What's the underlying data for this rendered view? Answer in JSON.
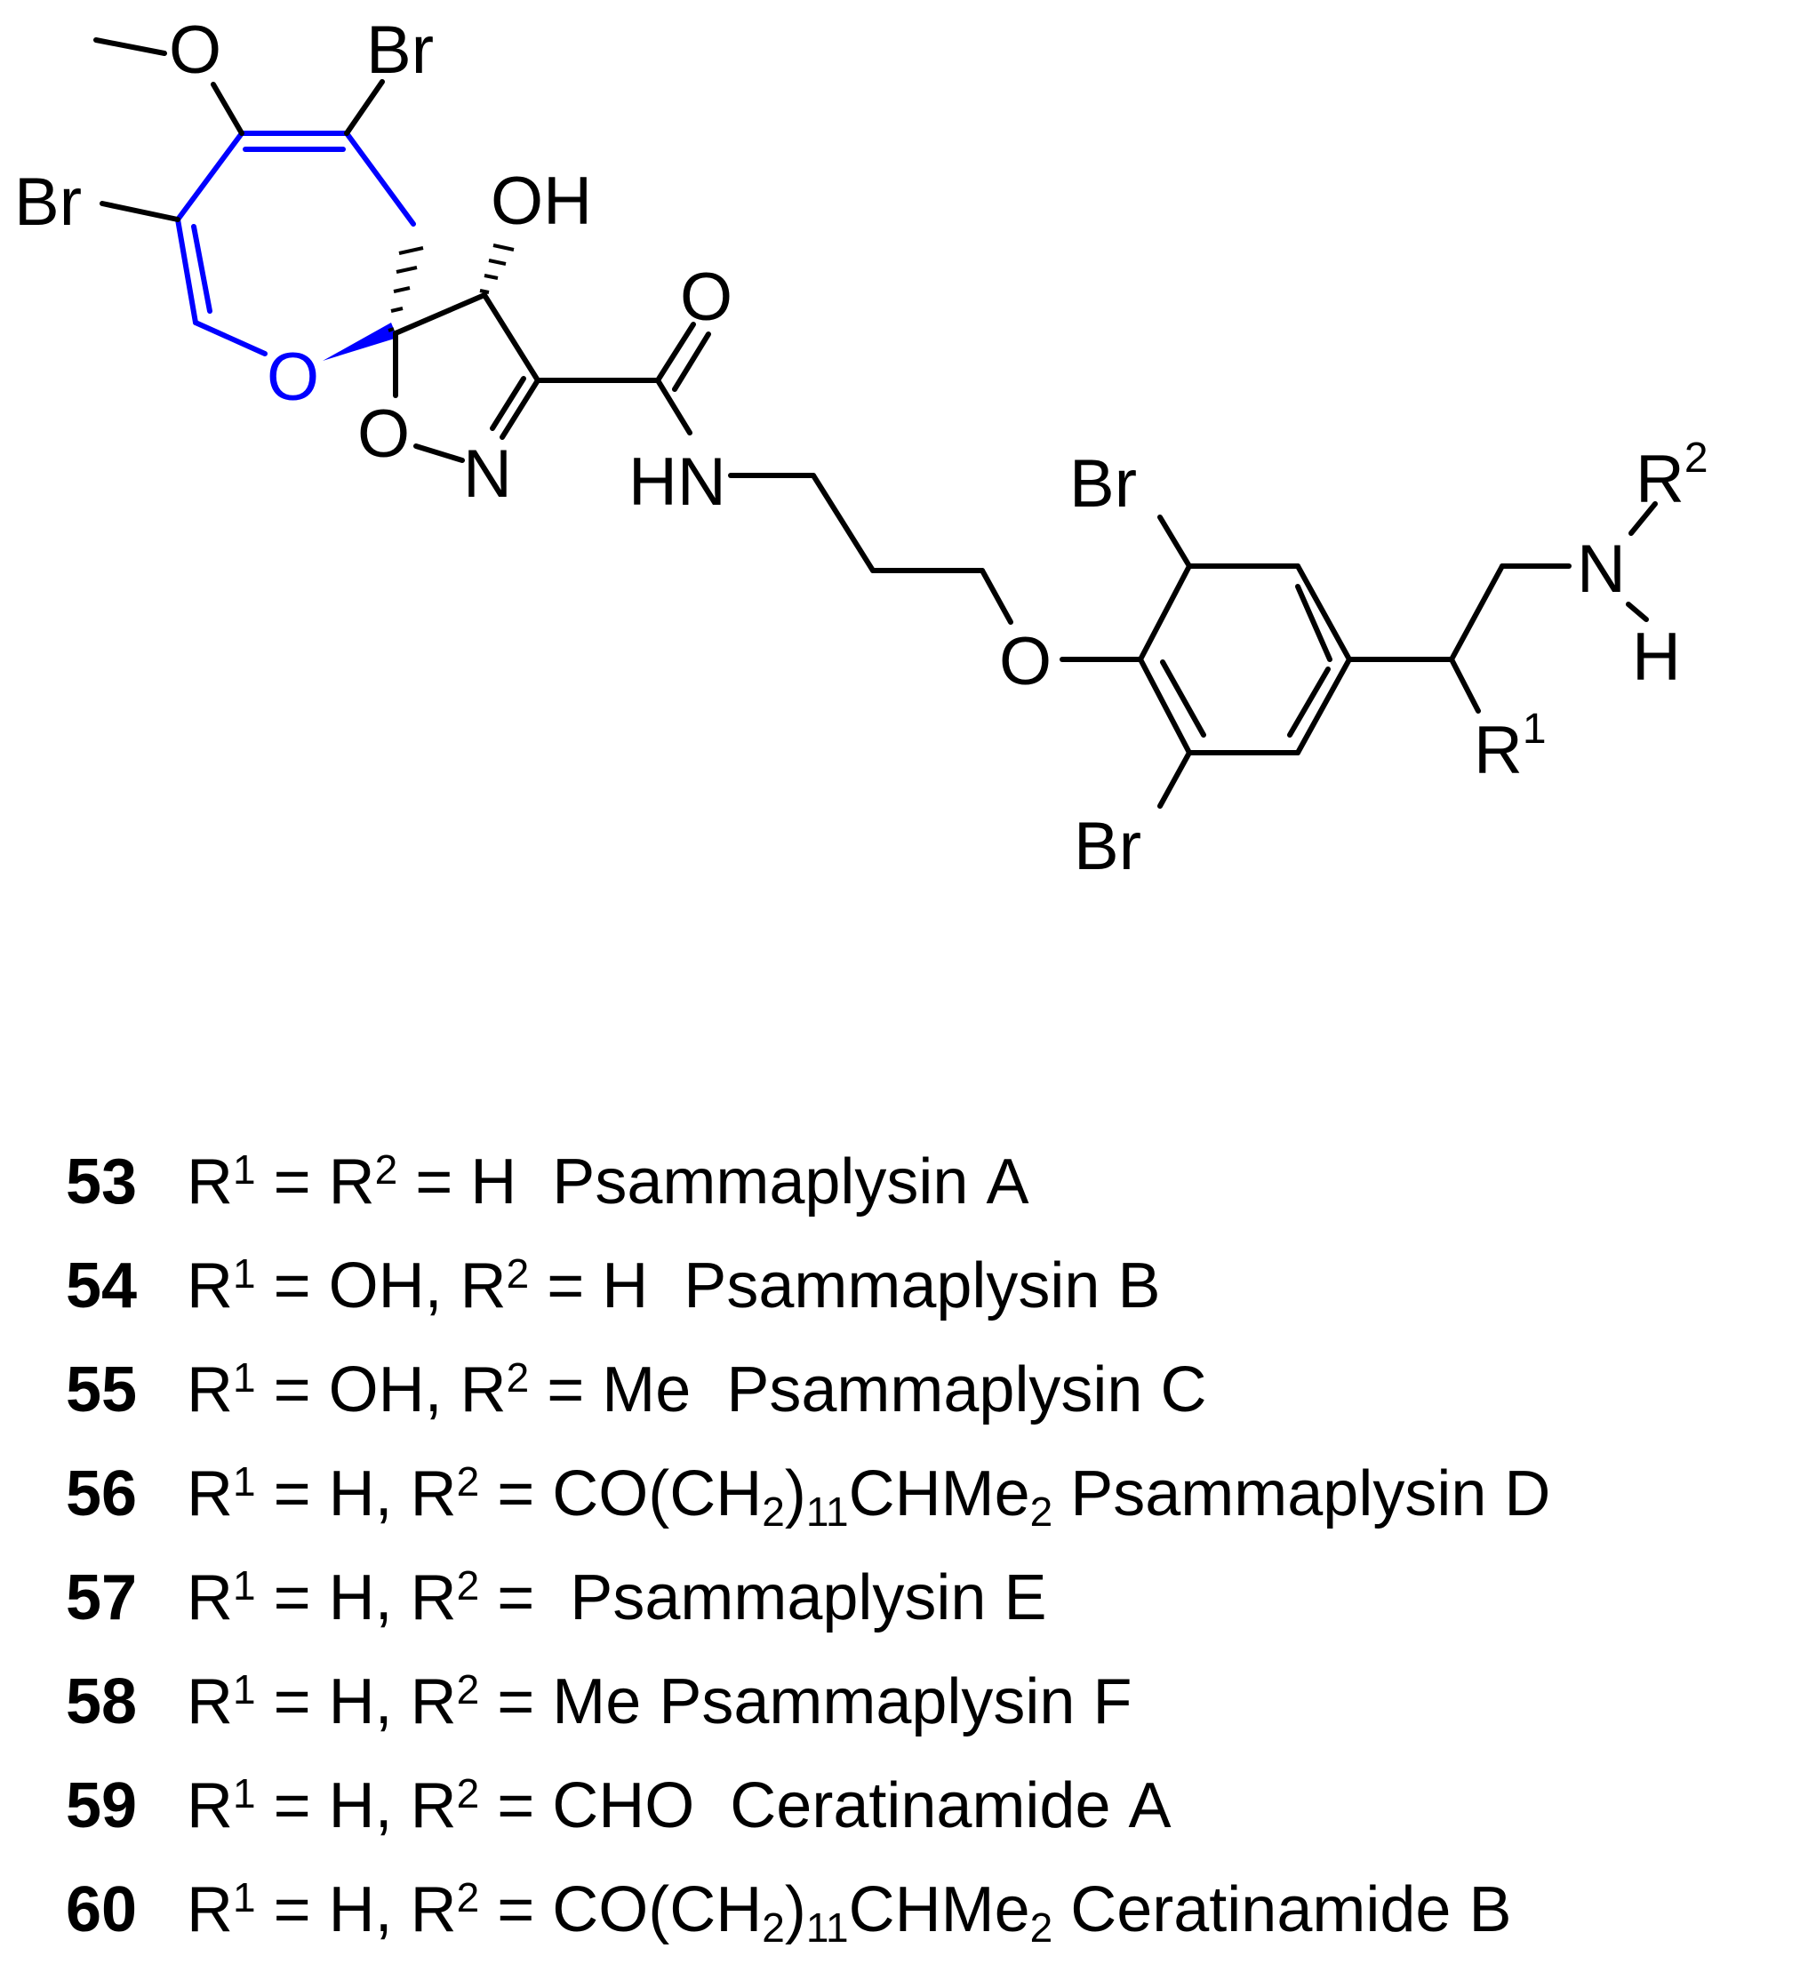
{
  "colors": {
    "highlight_ring": "#0000ff",
    "ink": "#000000",
    "background": "#ffffff"
  },
  "structure": {
    "atom_labels": {
      "o_methoxy": "O",
      "br_top": "Br",
      "br_left": "Br",
      "oh": "OH",
      "o_ring": "O",
      "o_carbonyl": "O",
      "o_isox": "O",
      "n_isox": "N",
      "hn": "HN",
      "br_aryl_top": "Br",
      "o_ether": "O",
      "br_aryl_bottom": "Br",
      "r1": "R",
      "r1_sup": "1",
      "r2": "R",
      "r2_sup": "2",
      "n_amine": "N",
      "h_amine": "H"
    }
  },
  "compounds": [
    {
      "number": "53",
      "parts": [
        "R",
        "^1",
        " = R",
        "^2",
        " = H  Psammaplysin A"
      ]
    },
    {
      "number": "54",
      "parts": [
        "R",
        "^1",
        " = OH, R",
        "^2",
        " = H  Psammaplysin B"
      ]
    },
    {
      "number": "55",
      "parts": [
        "R",
        "^1",
        " = OH, R",
        "^2",
        " = Me  Psammaplysin C"
      ]
    },
    {
      "number": "56",
      "parts": [
        "R",
        "^1",
        " = H, R",
        "^2",
        " = CO(CH",
        "_2",
        ")",
        "_11",
        "CHMe",
        "_2",
        " Psammaplysin D"
      ]
    },
    {
      "number": "57",
      "parts": [
        "R",
        "^1",
        " = H, R",
        "^2",
        " =  Psammaplysin E"
      ]
    },
    {
      "number": "58",
      "parts": [
        "R",
        "^1",
        " = H, R",
        "^2",
        " = Me Psammaplysin F"
      ]
    },
    {
      "number": "59",
      "parts": [
        "R",
        "^1",
        " = H, R",
        "^2",
        " = CHO  Ceratinamide A"
      ]
    },
    {
      "number": "60",
      "parts": [
        "R",
        "^1",
        " = H, R",
        "^2",
        " = CO(CH",
        "_2",
        ")",
        "_11",
        "CHMe",
        "_2",
        " Ceratinamide B"
      ]
    }
  ]
}
